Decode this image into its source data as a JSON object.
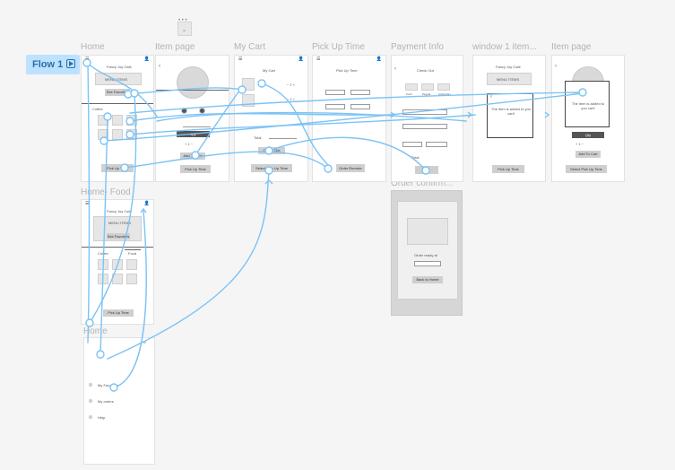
{
  "flow": {
    "label": "Flow 1",
    "icon": "play-flow-icon"
  },
  "frames": {
    "home": {
      "label": "Home",
      "header": "Fancy Joy Cafe",
      "menu_btn": "MENU ITEMS",
      "see_btn": "See Favorites",
      "tab_coffee": "Coffee",
      "pickup_btn": "Pick Up Time"
    },
    "item": {
      "label": "Item page",
      "size_btn": "Qty",
      "add_btn": "Add To Cart",
      "pickup_btn": "Pick Up Time"
    },
    "cart": {
      "label": "My Cart",
      "title": "My Cart",
      "total": "Total",
      "checkout_btn": "Check Out",
      "select_btn": "Select Pick Up Time"
    },
    "pickup": {
      "label": "Pick Up Time",
      "title": "Pick Up Time",
      "order_btn": "Order Reorder"
    },
    "payment": {
      "label": "Payment Info",
      "title": "Check Out",
      "opt1": "Card",
      "opt2": "Paypal",
      "opt3": "Apple Pay",
      "total": "Total",
      "pay_btn": "Pay"
    },
    "window1": {
      "label": "window 1 item...",
      "header": "Fancy Joy Cafe",
      "menu_btn": "MENU ITEMS",
      "popup_text": "The item is added to you cart!",
      "pickup_btn": "Pick Up Time"
    },
    "item2": {
      "label": "Item page",
      "popup_text": "The item is added to you cart!",
      "size_btn": "Qty",
      "add_btn": "Add To Cart",
      "select_btn": "Select Pick Up Time"
    },
    "homefood": {
      "label": "Home- Food",
      "header": "Fancy Joy Cafe",
      "menu_btn": "MENU ITEMS",
      "see_btn": "See Favorites",
      "tab1": "Coffee",
      "tab2": "Food",
      "pickup_btn": "Pick Up Time"
    },
    "order": {
      "label": "Order confirm...",
      "text1": "Order ready at",
      "back_btn": "Back to Home"
    },
    "menu": {
      "label": "Home",
      "items": [
        "My Favorites",
        "My orders",
        "Help"
      ]
    }
  },
  "colors": {
    "wire": "#7cc3f5",
    "flow_bg": "#bde2ff",
    "frame_label": "#b4b4b4"
  }
}
